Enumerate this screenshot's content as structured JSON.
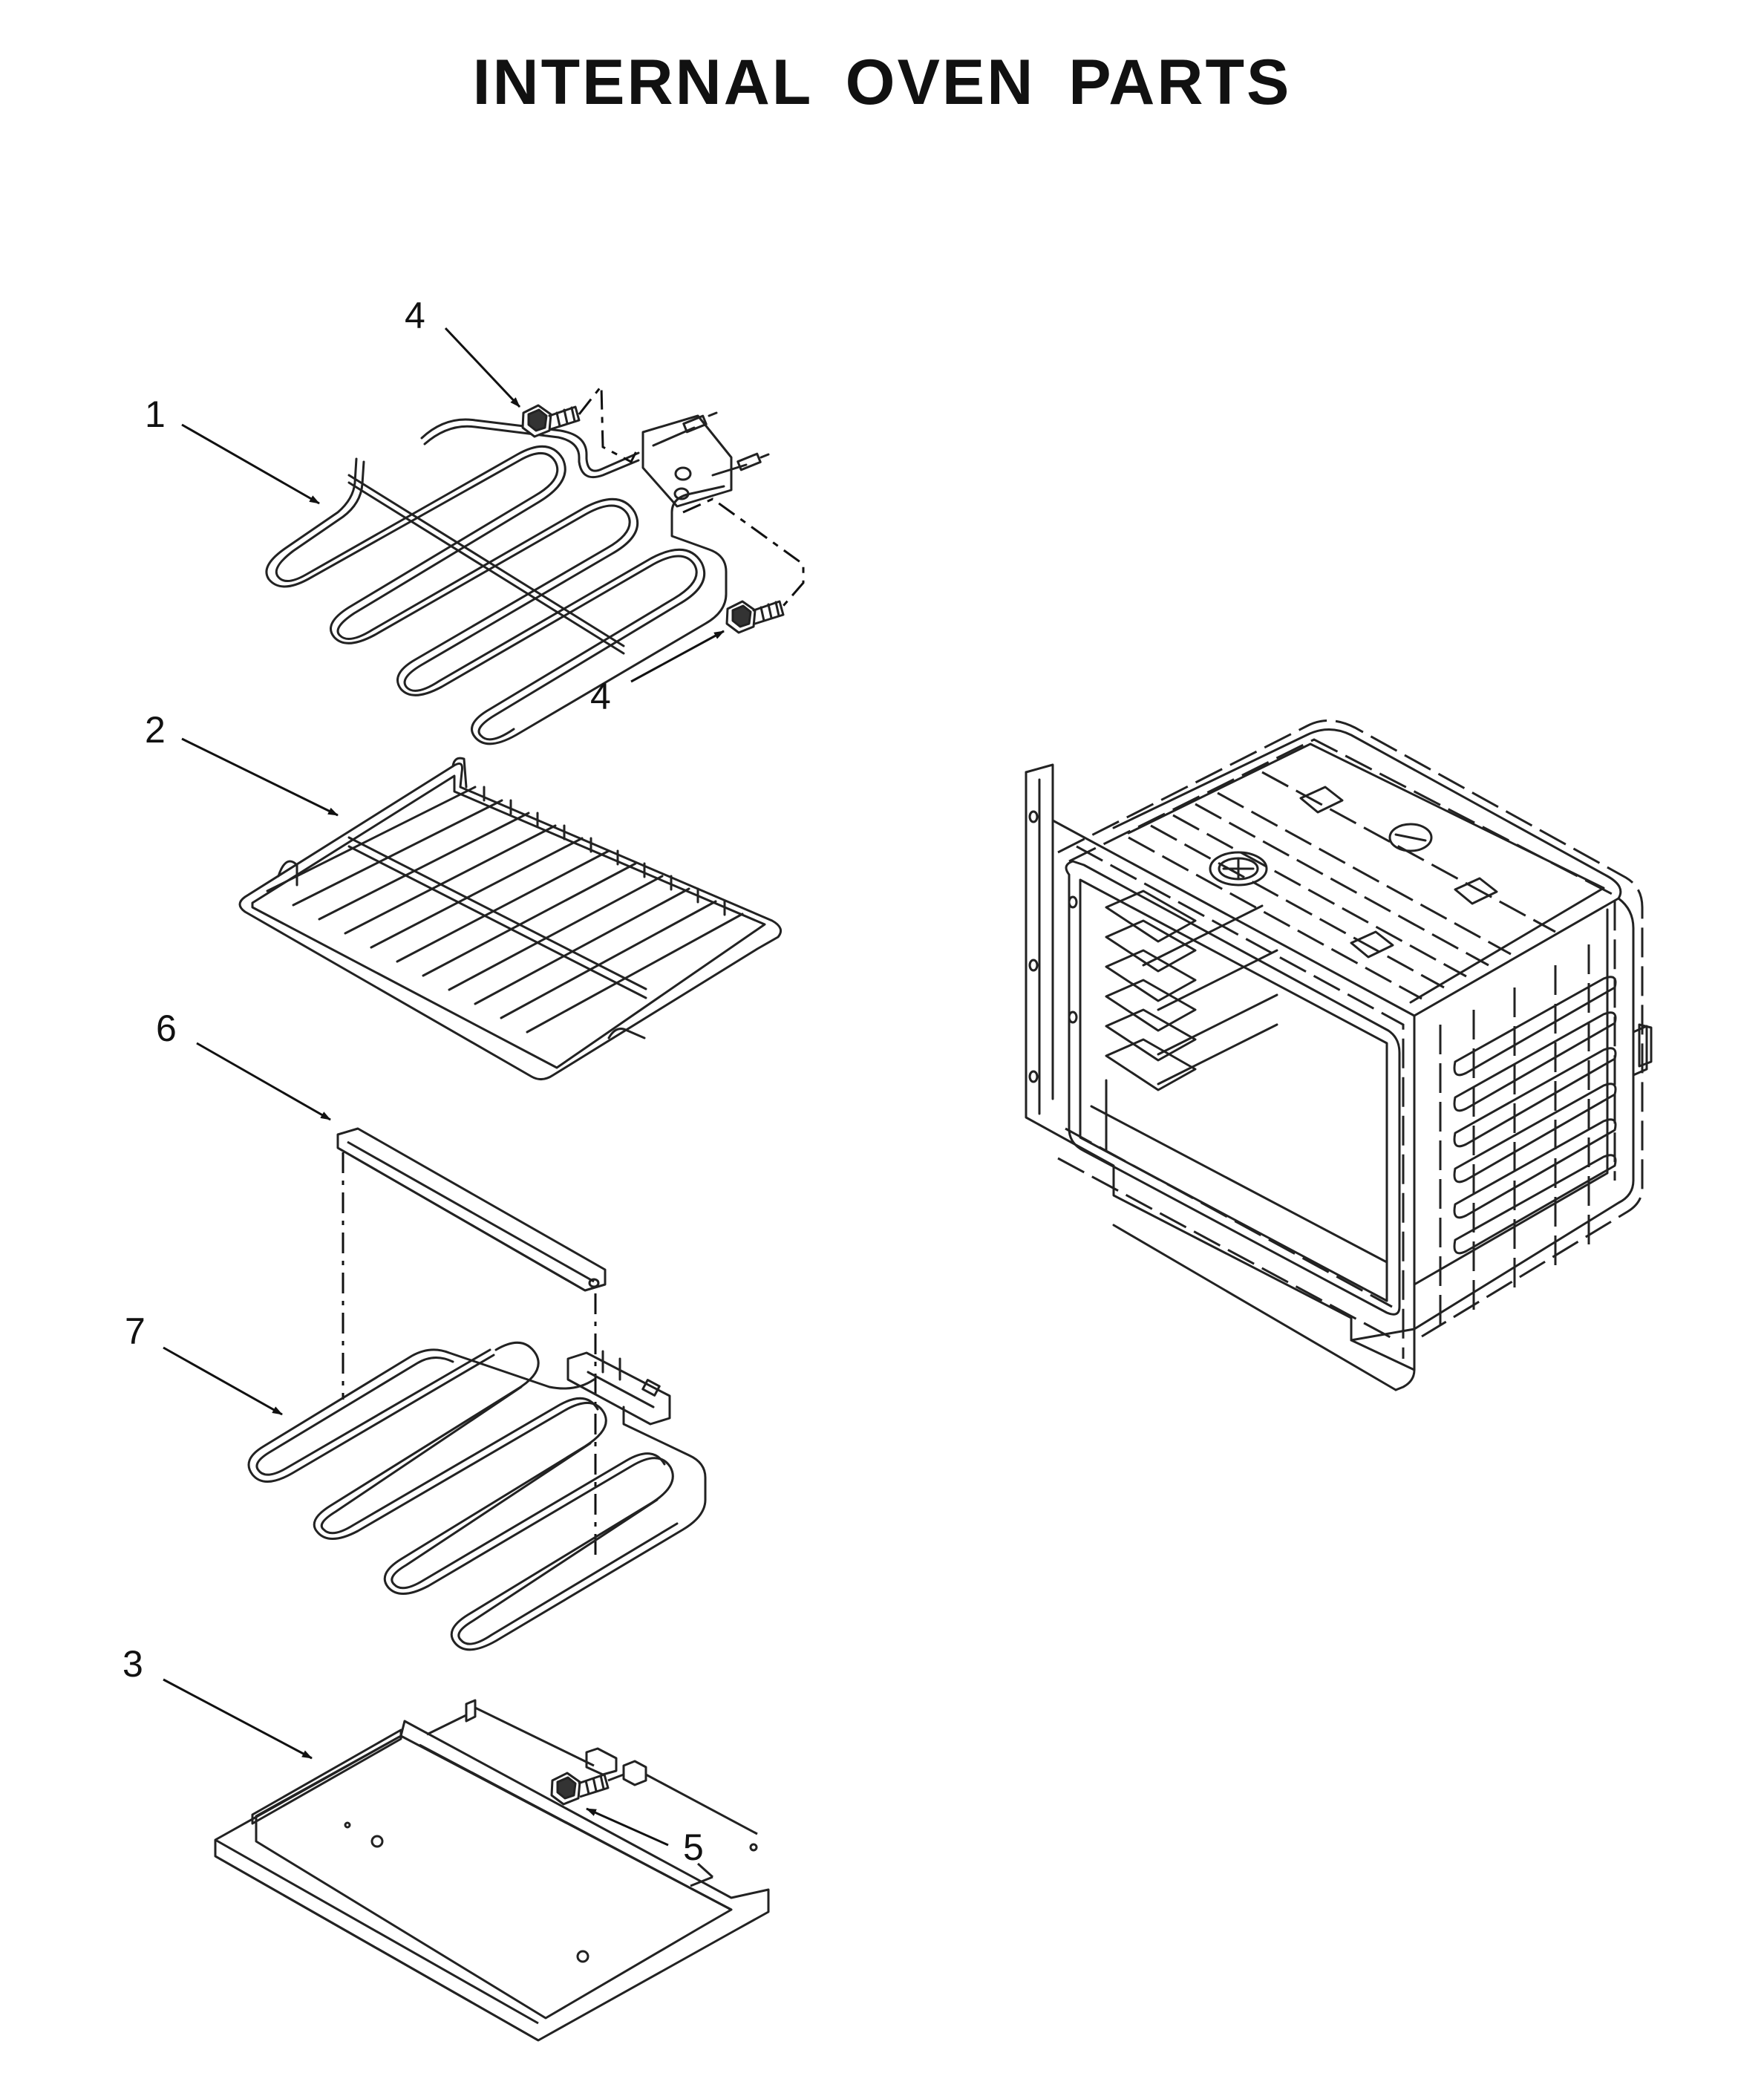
{
  "title": "INTERNAL OVEN PARTS",
  "callouts": [
    {
      "id": "label-1",
      "text": "1"
    },
    {
      "id": "label-2",
      "text": "2"
    },
    {
      "id": "label-3",
      "text": "3"
    },
    {
      "id": "label-4-top",
      "text": "4"
    },
    {
      "id": "label-4-bottom",
      "text": "4"
    },
    {
      "id": "label-5",
      "text": "5"
    },
    {
      "id": "label-6",
      "text": "6"
    },
    {
      "id": "label-7",
      "text": "7"
    }
  ],
  "colors": {
    "line": "#222222",
    "background": "#ffffff"
  }
}
